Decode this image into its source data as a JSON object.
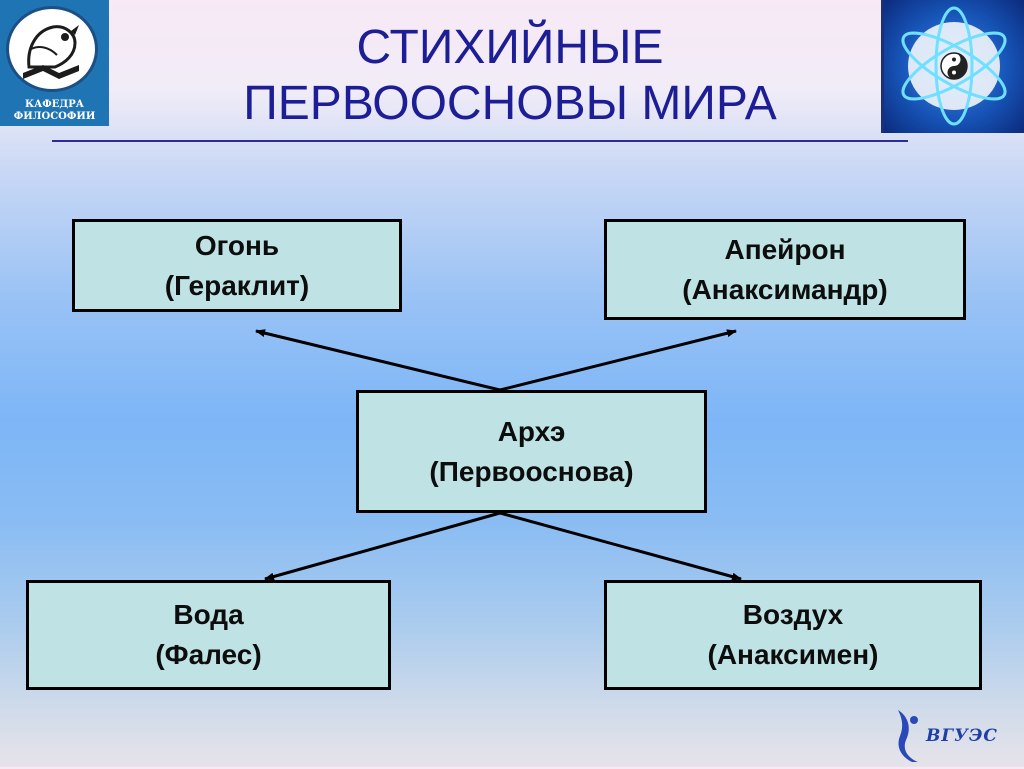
{
  "title": {
    "line1": "СТИХИЙНЫЕ",
    "line2": "ПЕРВООСНОВЫ МИРА"
  },
  "logo_left": {
    "line1": "КАФЕДРА",
    "line2": "ФИЛОСОФИИ"
  },
  "logo_bottom": {
    "label": "ВГУЭС"
  },
  "boxes": {
    "fire": {
      "name": "Огонь",
      "author": "(Гераклит)"
    },
    "apeiron": {
      "name": "Апейрон",
      "author": "(Анаксимандр)"
    },
    "arche": {
      "name": "Архэ",
      "author": "(Первооснова)"
    },
    "water": {
      "name": "Вода",
      "author": "(Фалес)"
    },
    "air": {
      "name": "Воздух",
      "author": "(Анаксимен)"
    }
  },
  "colors": {
    "box_fill": "#bfe2e4",
    "title": "#1d1e95",
    "arrow": "#000000"
  }
}
